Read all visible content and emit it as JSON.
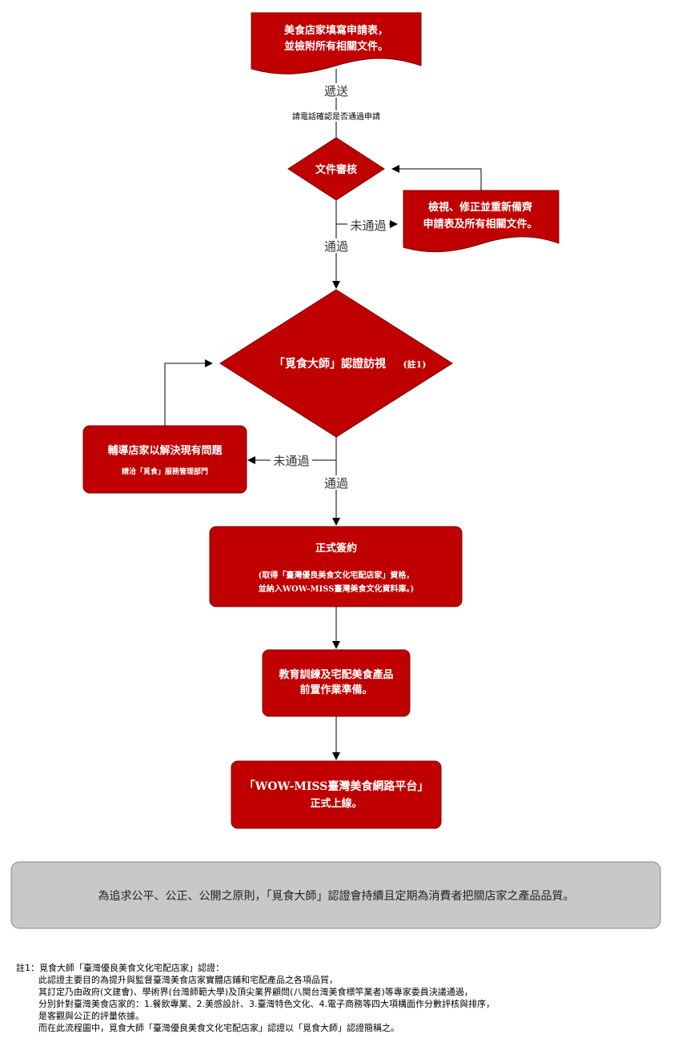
{
  "colors": {
    "node_fill": "#c00000",
    "node_stroke": "#7a0000",
    "note_fill": "#c8c8c8",
    "line": "#000000"
  },
  "nodes": {
    "apply": {
      "line1": "美食店家填寫申請表，",
      "line2": "並檢附所有相關文件。"
    },
    "review": {
      "label": "文件審核"
    },
    "revise": {
      "line1": "檢視、修正並重新備齊",
      "line2": "申請表及所有相關文件。"
    },
    "visit": {
      "label": "「覓食大師」認證訪視",
      "note": "(註1)"
    },
    "coach": {
      "line1": "輔導店家以解決現有問題",
      "line2": "請洽「覓食」服務管理部門"
    },
    "sign": {
      "title": "正式簽約",
      "line1": "(取得「臺灣優良美食文化宅配店家」資格，",
      "line2": "並納入WOW-MISS臺灣美食文化資料庫。)"
    },
    "training": {
      "line1": "教育訓練及宅配美食產品",
      "line2": "前置作業準備。"
    },
    "launch": {
      "line1": "「WOW-MISS臺灣美食網路平台」",
      "line2": "正式上線。"
    }
  },
  "edges": {
    "send": "遞送",
    "confirm": "請電話確認是否通過申請",
    "fail_review": "未通過",
    "pass_review": "通過",
    "fail_visit": "未通過",
    "pass_visit": "通過"
  },
  "principle": "為追求公平、公正、公開之原則，「覓食大師」認證會持續且定期為消費者把關店家之產品品質。",
  "footnote": {
    "line1": "註1：覓食大師「臺灣優良美食文化宅配店家」認證：",
    "line2": "此認證主要目的為提升與監督臺灣美食店家實體店鋪和宅配產品之各項品質，",
    "line3": "其訂定乃由政府(文建會)、學術界(台灣師範大學)及頂尖業界顧問(八閩台灣美食標竿業者)等專家委員決議通過，",
    "line4": "分別針對臺灣美食店家的：1.餐飲專業、2.美感設計、3.臺灣特色文化、4.電子商務等四大項構面作分數評核與排序，",
    "line5": "是客觀與公正的評量依據。",
    "line6": "而在此流程圖中，覓食大師「臺灣優良美食文化宅配店家」認證以「覓食大師」認證簡稱之。"
  }
}
